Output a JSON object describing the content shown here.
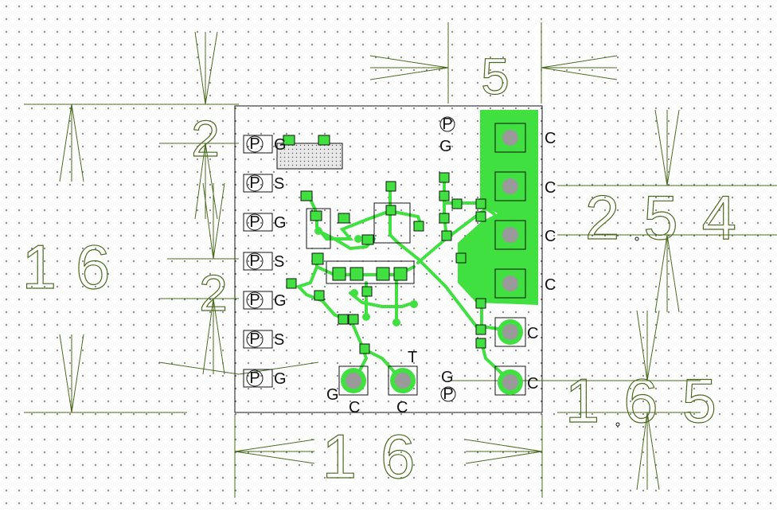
{
  "dimensions": {
    "top_width": "5",
    "left_height": "16",
    "bottom_width": "16",
    "left_top": "2",
    "left_mid": "2",
    "right_mid": "254",
    "right_bottom": "165"
  },
  "left_pins": [
    {
      "badge": "P",
      "label": "G"
    },
    {
      "badge": "P",
      "label": "S"
    },
    {
      "badge": "P",
      "label": "G"
    },
    {
      "badge": "P",
      "label": "S"
    },
    {
      "badge": "P",
      "label": "G"
    },
    {
      "badge": "P",
      "label": "S"
    },
    {
      "badge": "P",
      "label": "G"
    }
  ],
  "top_mark": {
    "badge": "P",
    "label": "G"
  },
  "bottom_mark": {
    "badge": "P",
    "label": "G"
  },
  "right_pads": [
    "C",
    "C",
    "C",
    "C",
    "C",
    "C"
  ],
  "bottom_pads": [
    {
      "top": "G",
      "bottom": "C"
    },
    {
      "top": "T",
      "bottom": "C"
    }
  ],
  "colors": {
    "copper": "#3fe03f",
    "dimension": "#4a6b1e",
    "outline": "#111111"
  }
}
